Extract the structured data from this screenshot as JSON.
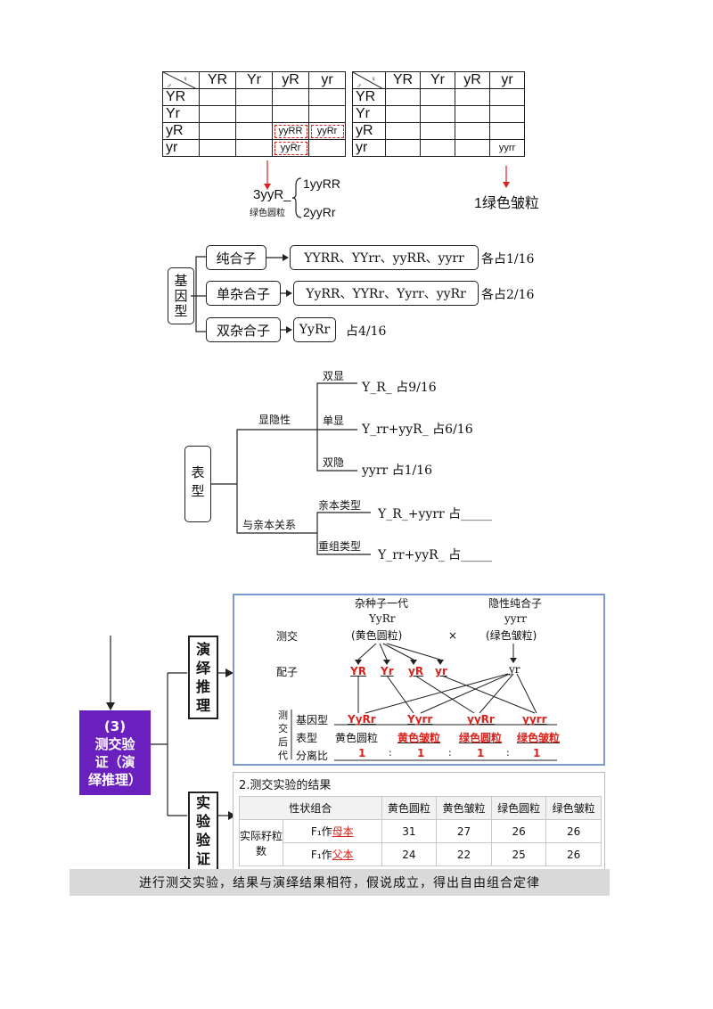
{
  "punnett_left": {
    "headers": [
      "YR",
      "Yr",
      "yR",
      "yr"
    ],
    "rows": [
      "YR",
      "Yr",
      "yR",
      "yr"
    ],
    "cells": {
      "r3c4": "yyRR",
      "r3c5": "yyRr",
      "r4c4": "yyRr"
    },
    "summary_main": "3yyR_",
    "summary_sub": "绿色圆粒",
    "summary_a": "1yyRR",
    "summary_b": "2yyRr"
  },
  "punnett_right": {
    "headers": [
      "YR",
      "Yr",
      "yR",
      "yr"
    ],
    "rows": [
      "YR",
      "Yr",
      "yR",
      "yr"
    ],
    "cell": "yyrr",
    "summary": "1绿色皱粒"
  },
  "genotype_tree": {
    "root": "基因型",
    "branches": [
      {
        "label": "纯合子",
        "value": "YYRR、YYrr、yyRR、yyrr",
        "ratio": "各占1/16"
      },
      {
        "label": "单杂合子",
        "value": "YyRR、YYRr、Yyrr、yyRr",
        "ratio": "各占2/16"
      },
      {
        "label": "双杂合子",
        "value": "YyRr",
        "ratio": "占4/16"
      }
    ]
  },
  "phenotype_tree": {
    "root": "表型",
    "group1": "显隐性",
    "group1_items": [
      {
        "label": "双显",
        "value": "Y_R_  占9/16"
      },
      {
        "label": "单显",
        "value": "Y_rr+yyR_  占6/16"
      },
      {
        "label": "双隐",
        "value": "yyrr  占1/16"
      }
    ],
    "group2": "与亲本关系",
    "group2_items": [
      {
        "label": "亲本类型",
        "value": "Y_R_+yyrr  占_____"
      },
      {
        "label": "重组类型",
        "value": "Y_rr+yyR_  占_____"
      }
    ]
  },
  "testcross": {
    "step_label": "(3)\n测交验\n证（演\n绎推理）",
    "box1": "演\n绎\n推\n理",
    "box2": "实\n验\n验\n证",
    "hybrid_title": "杂种子一代",
    "hybrid_geno": "YyRr",
    "hybrid_pheno": "(黄色圆粒)",
    "recessive_title": "隐性纯合子",
    "recessive_geno": "yyrr",
    "recessive_pheno": "(绿色皱粒)",
    "cross": "×",
    "label_testcross": "测交",
    "label_gamete": "配子",
    "gametes": [
      "YR",
      "Yr",
      "yR",
      "yr"
    ],
    "gamete_recessive": "yr",
    "side_vertical": "测\n交\n后\n代",
    "row_genotype": "基因型",
    "row_phenotype": "表型",
    "row_ratio": "分离比",
    "offspring": [
      {
        "geno": "YyRr",
        "pheno": "黄色圆粒",
        "ratio": "1"
      },
      {
        "geno": "Yyrr",
        "pheno": "黄色皱粒",
        "ratio": "1"
      },
      {
        "geno": "yyRr",
        "pheno": "绿色圆粒",
        "ratio": "1"
      },
      {
        "geno": "yyrr",
        "pheno": "绿色皱粒",
        "ratio": "1"
      }
    ],
    "colon": ":"
  },
  "results": {
    "title": "2.测交实验的结果",
    "header_combo": "性状组合",
    "columns": [
      "黄色圆粒",
      "黄色皱粒",
      "绿色圆粒",
      "绿色皱粒"
    ],
    "group_label": "实际籽粒数",
    "row1_prefix": "F₁作",
    "row1_role": "母本",
    "row1_values": [
      "31",
      "27",
      "26",
      "26"
    ],
    "row2_prefix": "F₁作",
    "row2_role": "父本",
    "row2_values": [
      "24",
      "22",
      "25",
      "26"
    ]
  },
  "banner": "进行测交实验，结果与演绎结果相符，假说成立，得出自由组合定律",
  "colors": {
    "red": "#d9231c",
    "purple": "#6a1fbf",
    "panel_border": "#7b9ad0"
  }
}
